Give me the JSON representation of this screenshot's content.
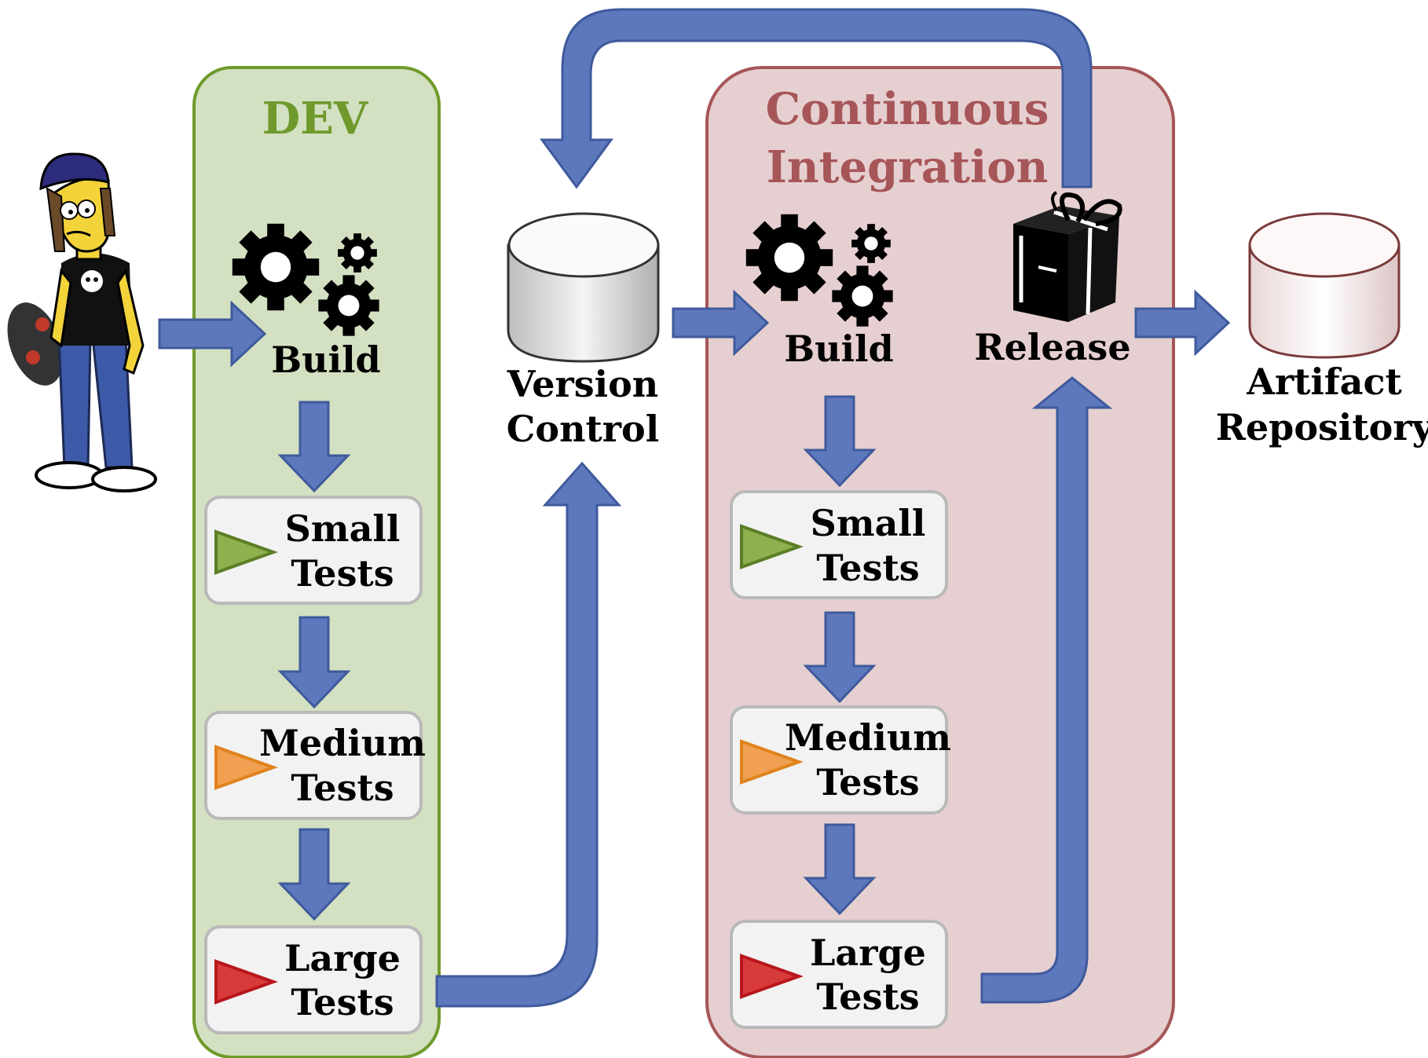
{
  "dev": {
    "title": "DEV",
    "build_label": "Build",
    "tests": [
      {
        "line1": "Small",
        "line2": "Tests",
        "color": "#8fb04f"
      },
      {
        "line1": "Medium",
        "line2": "Tests",
        "color": "#f0a050"
      },
      {
        "line1": "Large",
        "line2": "Tests",
        "color": "#d83a3a"
      }
    ]
  },
  "vcs": {
    "line1": "Version",
    "line2": "Control"
  },
  "ci": {
    "title_line1": "Continuous",
    "title_line2": "Integration",
    "build_label": "Build",
    "release_label": "Release",
    "tests": [
      {
        "line1": "Small",
        "line2": "Tests",
        "color": "#8fb04f"
      },
      {
        "line1": "Medium",
        "line2": "Tests",
        "color": "#f0a050"
      },
      {
        "line1": "Large",
        "line2": "Tests",
        "color": "#d83a3a"
      }
    ]
  },
  "artifact": {
    "line1": "Artifact",
    "line2": "Repository"
  },
  "colors": {
    "arrow": "#5e78bd",
    "arrow_stroke": "#3f5a9c",
    "dev_fill": "#d3e0c1",
    "dev_border": "#6f9a2b",
    "dev_title": "#6f9a2b",
    "ci_fill": "#e6cfd0",
    "ci_border": "#a65658",
    "ci_title": "#a65658"
  },
  "icons": [
    "developer-avatar",
    "gears-icon",
    "database-icon",
    "gift-box-icon",
    "play-triangle-icon"
  ]
}
